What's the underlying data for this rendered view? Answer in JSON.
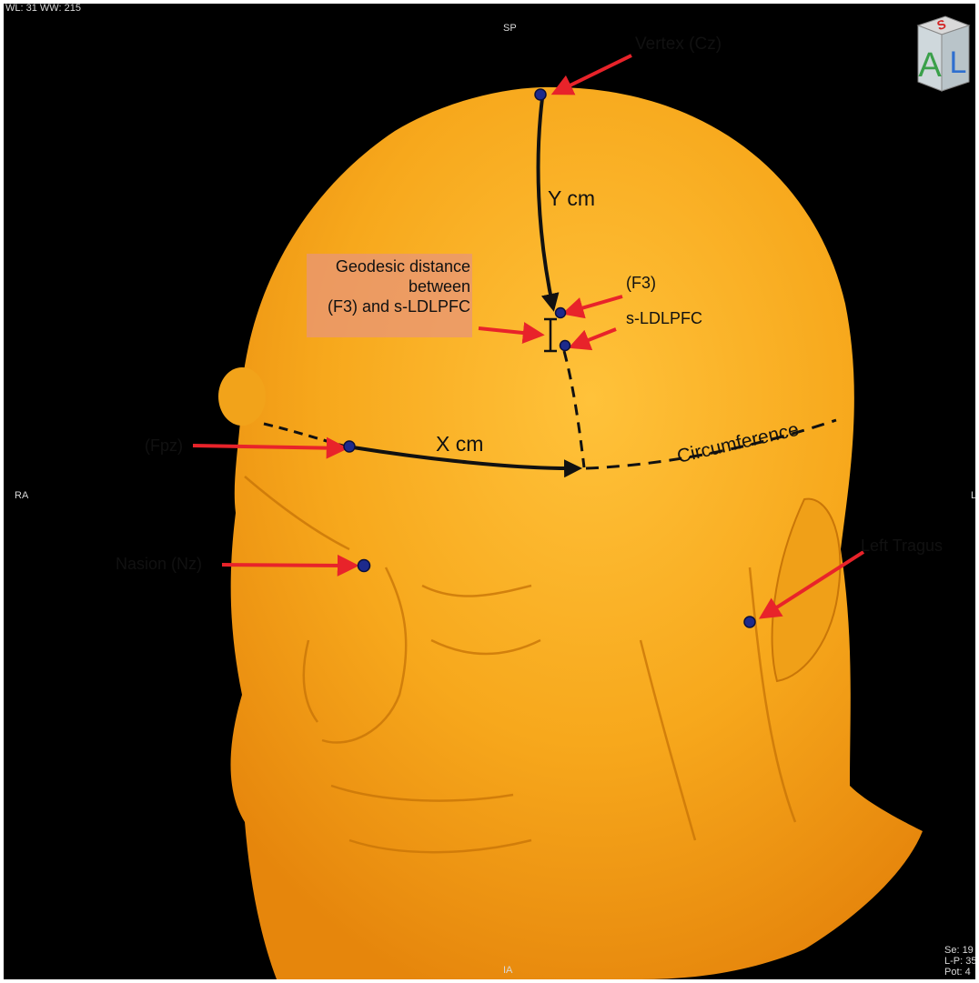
{
  "viewer": {
    "window_level": "WL: 31 WW: 215",
    "orient_top": "SP",
    "orient_bottom": "IA",
    "orient_left": "RA",
    "orient_right": "L",
    "corner_info": [
      "Se: 19",
      "L-P: 35",
      "Pot: 4"
    ]
  },
  "orientation_cube": {
    "front_letter": "A",
    "side_letter": "L",
    "top_letter": "S"
  },
  "labels": {
    "vertex": "Vertex (Cz)",
    "y_cm": "Y cm",
    "x_cm": "X cm",
    "f3": "(F3)",
    "s_ldlpfc": "s-LDLPFC",
    "geodesic": [
      "Geodesic distance",
      "between",
      "(F3) and s-LDLPFC"
    ],
    "fpz": "(Fpz)",
    "circumference": "Circumference",
    "nasion": "Nasion (Nz)",
    "left_tragus": "Left Tragus"
  },
  "colors": {
    "head": "#f5a51c",
    "arrow": "#e8232a",
    "marker": "#1d2a8c",
    "background": "#000000"
  }
}
